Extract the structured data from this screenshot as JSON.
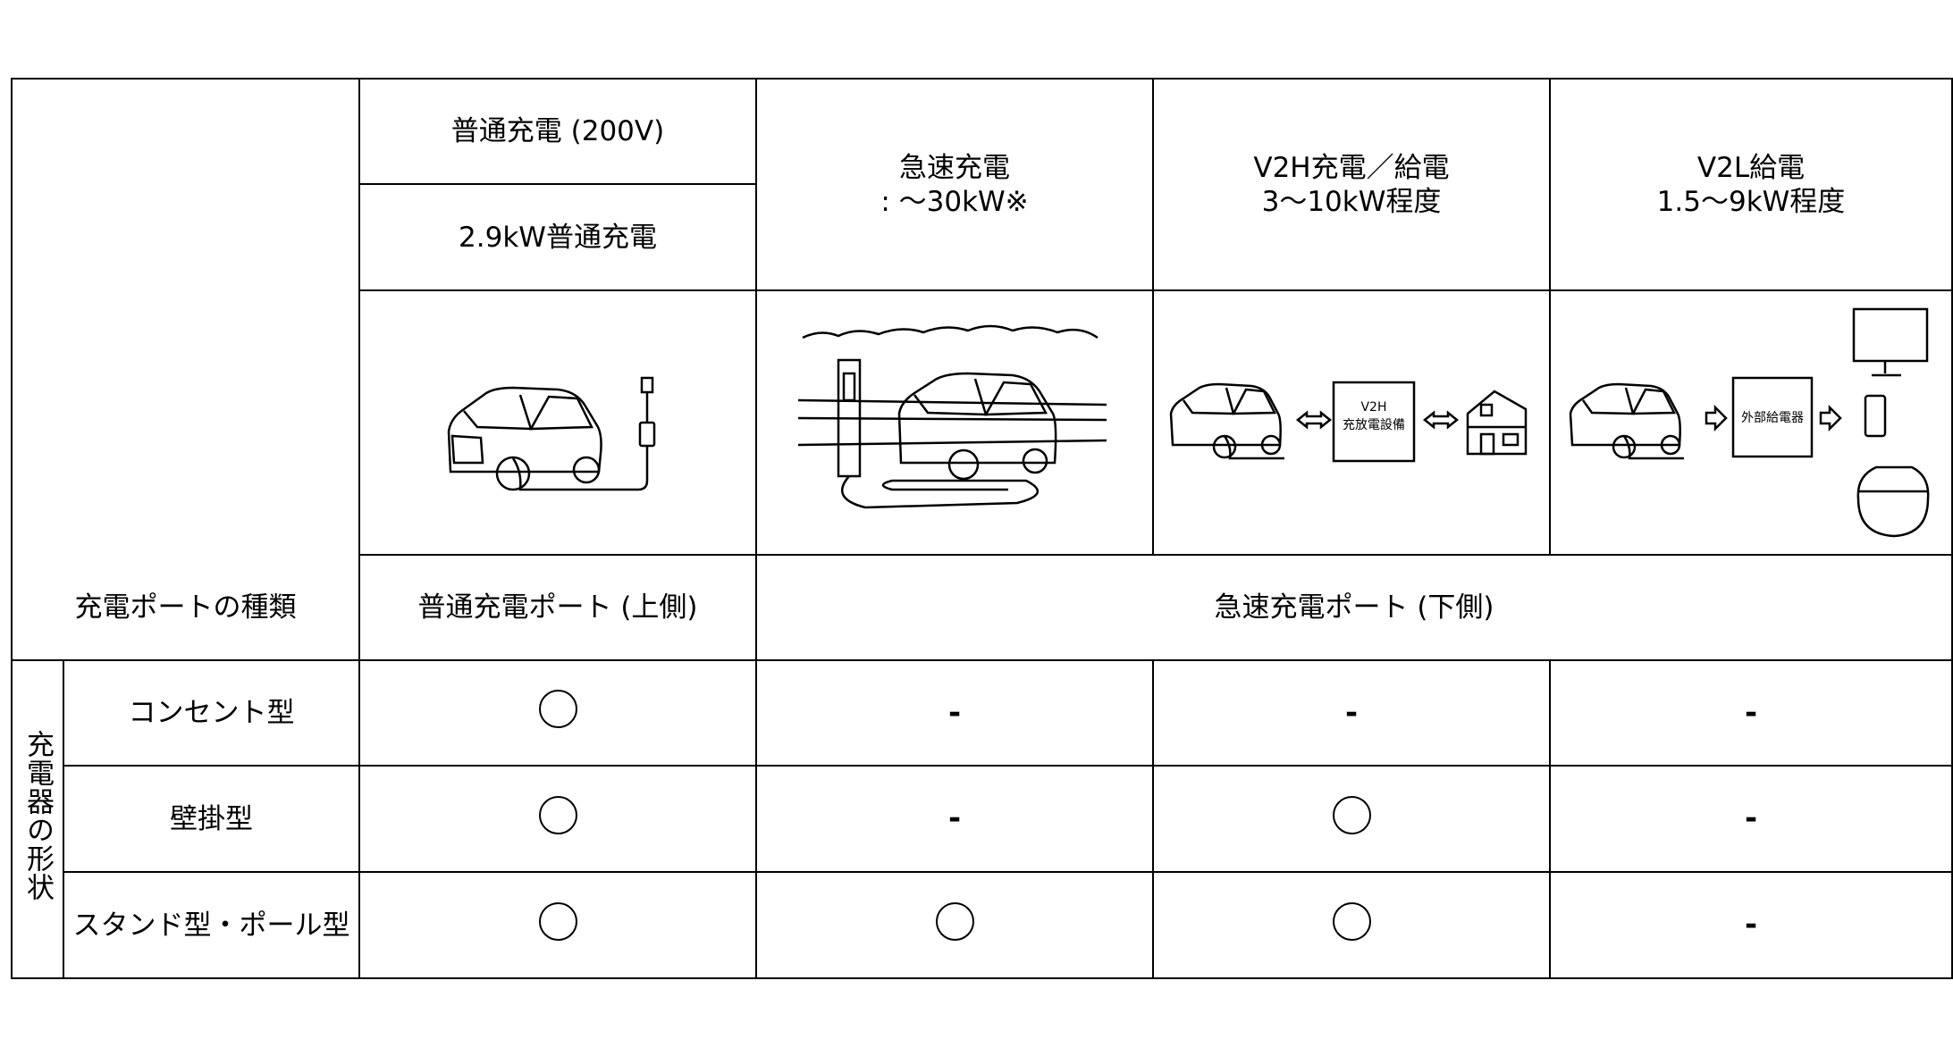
{
  "header": {
    "normal_charge_title": "普通充電 (200V)",
    "normal_charge_sub": "2.9kW普通充電",
    "quick_charge_line1": "急速充電",
    "quick_charge_line2": ": ～30kW※",
    "v2h_line1": "V2H充電／給電",
    "v2h_line2": "3～10kW程度",
    "v2l_line1": "V2L給電",
    "v2l_line2": "1.5～9kW程度"
  },
  "diagrams": {
    "v2h_box_line1": "V2H",
    "v2h_box_line2": "充放電設備",
    "v2l_box": "外部給電器"
  },
  "port_row": {
    "label": "充電ポートの種類",
    "normal_port": "普通充電ポート (上側)",
    "quick_port": "急速充電ポート (下側)"
  },
  "shape_group_label": "充電器の形状",
  "rows": [
    {
      "label": "コンセント型",
      "normal": "circle",
      "quick": "-",
      "v2h": "-",
      "v2l": "-"
    },
    {
      "label": "壁掛型",
      "normal": "circle",
      "quick": "-",
      "v2h": "circle",
      "v2l": "-"
    },
    {
      "label": "スタンド型・ポール型",
      "normal": "circle",
      "quick": "circle",
      "v2h": "circle",
      "v2l": "-"
    }
  ],
  "dash_symbol": "-"
}
